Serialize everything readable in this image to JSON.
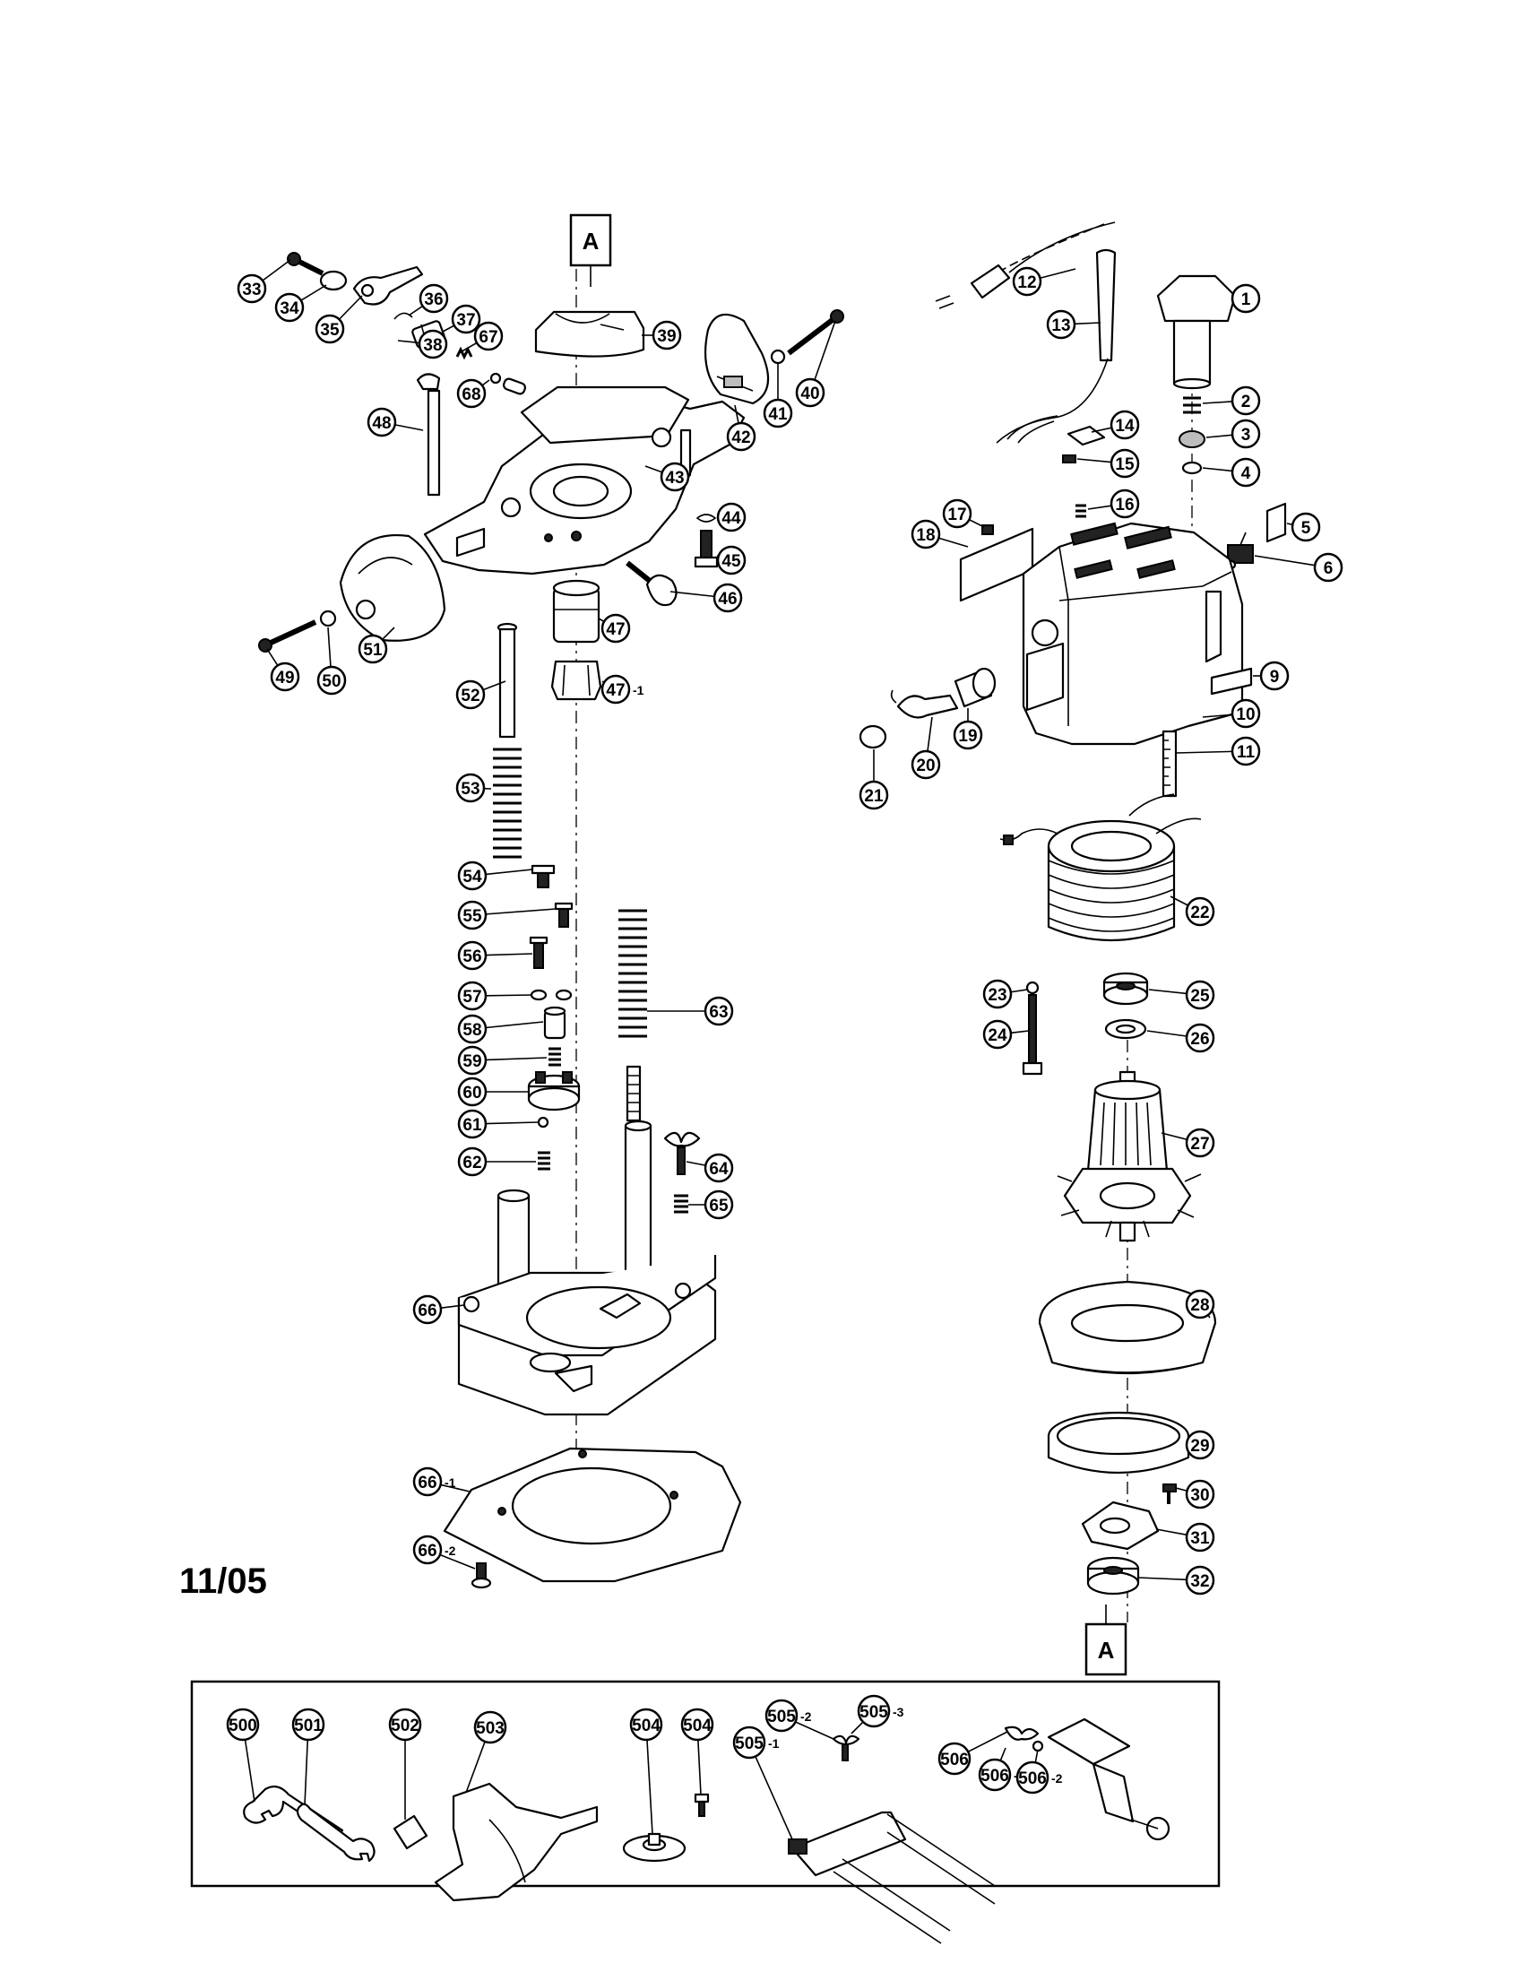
{
  "date_code": "11/05",
  "reference_marks": [
    "A",
    "A"
  ],
  "callouts": [
    {
      "num": "1"
    },
    {
      "num": "2"
    },
    {
      "num": "3"
    },
    {
      "num": "4"
    },
    {
      "num": "5"
    },
    {
      "num": "6"
    },
    {
      "num": "9"
    },
    {
      "num": "10"
    },
    {
      "num": "11"
    },
    {
      "num": "12"
    },
    {
      "num": "13"
    },
    {
      "num": "14"
    },
    {
      "num": "15"
    },
    {
      "num": "16"
    },
    {
      "num": "17"
    },
    {
      "num": "18"
    },
    {
      "num": "19"
    },
    {
      "num": "20"
    },
    {
      "num": "21"
    },
    {
      "num": "22"
    },
    {
      "num": "23"
    },
    {
      "num": "24"
    },
    {
      "num": "25"
    },
    {
      "num": "26"
    },
    {
      "num": "27"
    },
    {
      "num": "28"
    },
    {
      "num": "29"
    },
    {
      "num": "30"
    },
    {
      "num": "31"
    },
    {
      "num": "32"
    },
    {
      "num": "33"
    },
    {
      "num": "34"
    },
    {
      "num": "35"
    },
    {
      "num": "36"
    },
    {
      "num": "37"
    },
    {
      "num": "38"
    },
    {
      "num": "39"
    },
    {
      "num": "40"
    },
    {
      "num": "41"
    },
    {
      "num": "42"
    },
    {
      "num": "43"
    },
    {
      "num": "44"
    },
    {
      "num": "45"
    },
    {
      "num": "46"
    },
    {
      "num": "47"
    },
    {
      "num": "47",
      "suffix": "-1"
    },
    {
      "num": "48"
    },
    {
      "num": "49"
    },
    {
      "num": "50"
    },
    {
      "num": "51"
    },
    {
      "num": "52"
    },
    {
      "num": "53"
    },
    {
      "num": "54"
    },
    {
      "num": "55"
    },
    {
      "num": "56"
    },
    {
      "num": "57"
    },
    {
      "num": "58"
    },
    {
      "num": "59"
    },
    {
      "num": "60"
    },
    {
      "num": "61"
    },
    {
      "num": "62"
    },
    {
      "num": "63"
    },
    {
      "num": "64"
    },
    {
      "num": "65"
    },
    {
      "num": "66"
    },
    {
      "num": "66",
      "suffix": "-1"
    },
    {
      "num": "66",
      "suffix": "-2"
    },
    {
      "num": "67"
    },
    {
      "num": "68"
    },
    {
      "num": "500"
    },
    {
      "num": "501"
    },
    {
      "num": "502"
    },
    {
      "num": "503"
    },
    {
      "num": "504"
    },
    {
      "num": "504"
    },
    {
      "num": "505",
      "suffix": "-1"
    },
    {
      "num": "505",
      "suffix": "-2"
    },
    {
      "num": "505",
      "suffix": "-3"
    },
    {
      "num": "506"
    },
    {
      "num": "506",
      "suffix": "-1"
    },
    {
      "num": "506",
      "suffix": "-2"
    }
  ]
}
